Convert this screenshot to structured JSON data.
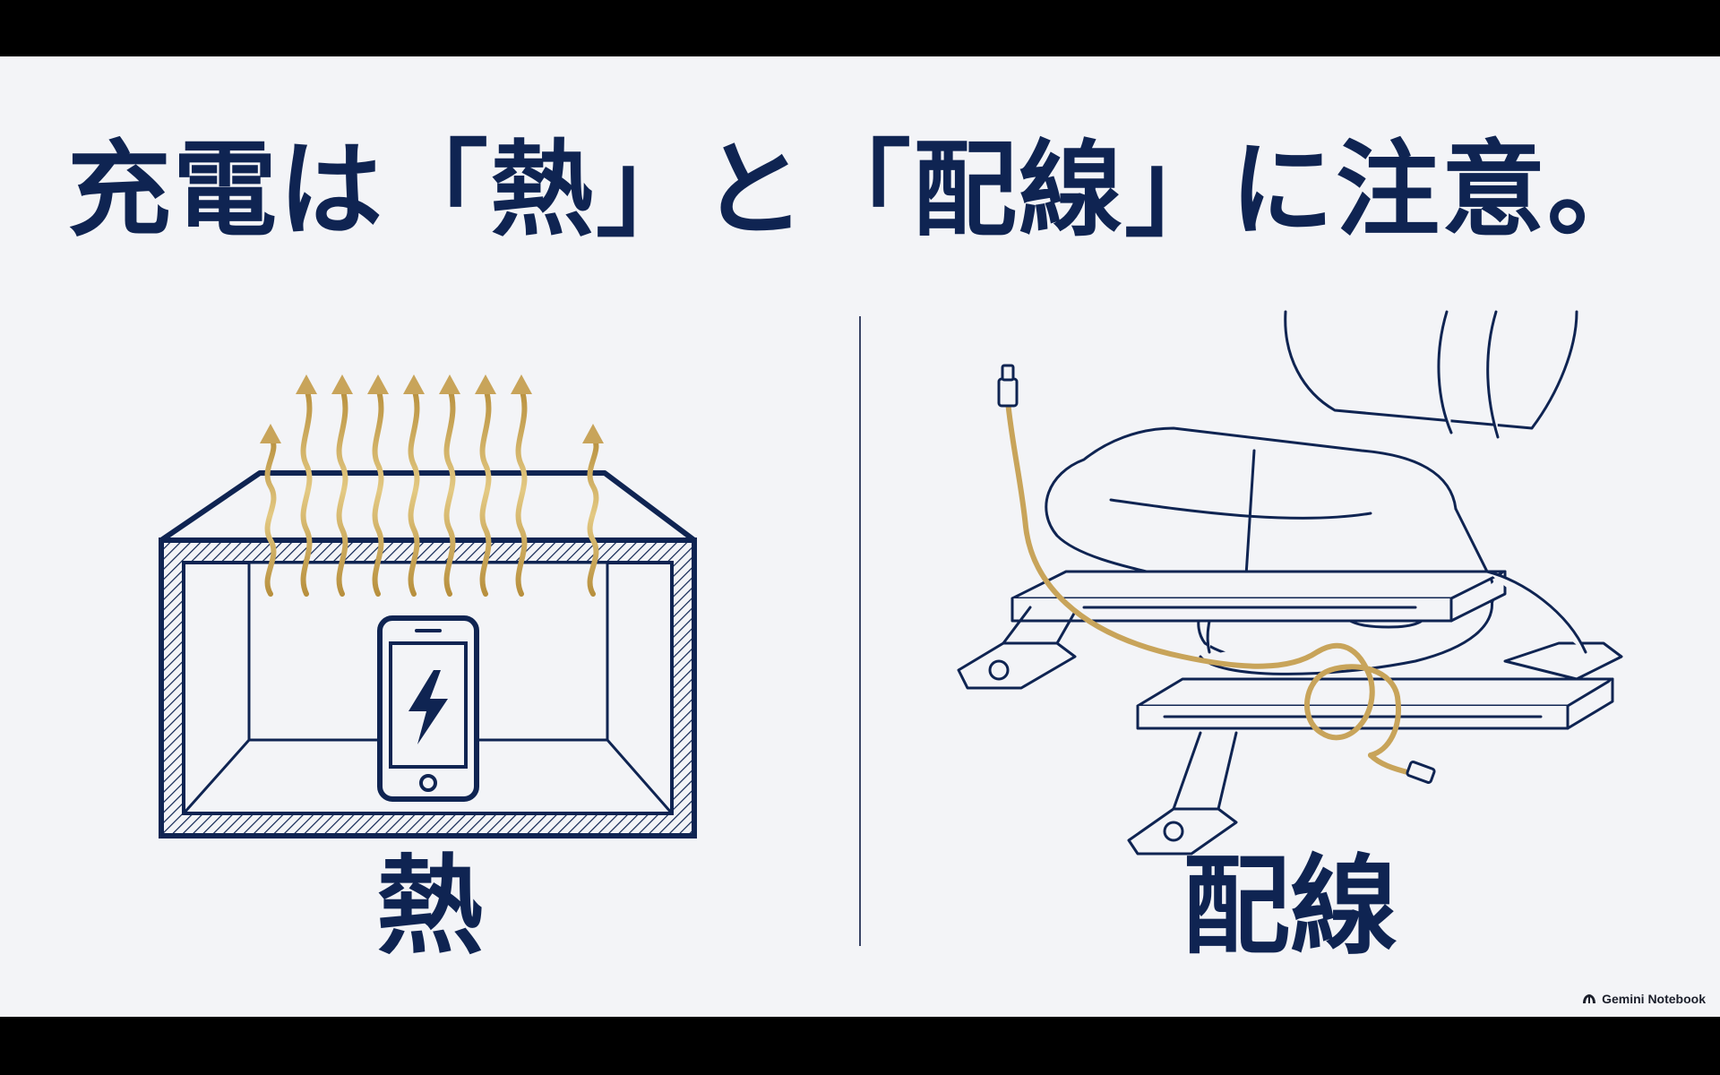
{
  "slide": {
    "title": "充電は「熱」と「配線」に注意。",
    "left_label": "熱",
    "right_label": "配線",
    "watermark": "Gemini Notebook"
  },
  "colors": {
    "background": "#f3f4f7",
    "navy": "#0f2452",
    "gold": "#c8a45a",
    "letterbox": "#000000"
  },
  "icons": {
    "left": "heat-box-phone-icon",
    "right": "car-seat-cable-icon"
  }
}
